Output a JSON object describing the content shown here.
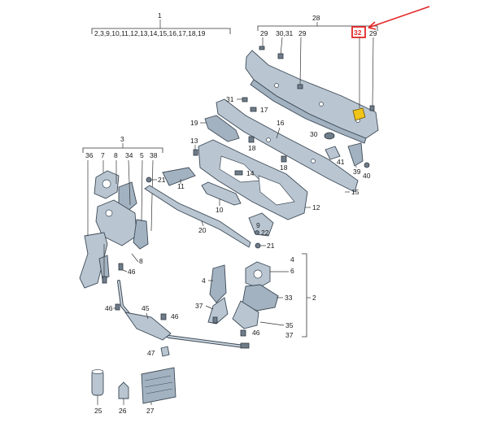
{
  "diagram": {
    "group_labels": {
      "g1": "1",
      "g1_list": "2,3,9,10,11,12,13,14,15,16,17,18,19",
      "g28": "28",
      "g3": "3"
    },
    "callouts": {
      "c2": "2",
      "c4a": "4",
      "c4b": "4",
      "c5": "5",
      "c6": "6",
      "c7": "7",
      "c8a": "8",
      "c8b": "8",
      "c9": "9",
      "c10": "10",
      "c11": "11",
      "c12": "12",
      "c13": "13",
      "c14": "14",
      "c15": "15",
      "c16": "16",
      "c17": "17",
      "c18a": "18",
      "c18b": "18",
      "c19": "19",
      "c20": "20",
      "c21a": "21",
      "c21b": "21",
      "c22": "22",
      "c25": "25",
      "c26": "26",
      "c27": "27",
      "c29a": "29",
      "c29b": "29",
      "c29c": "29",
      "c3031": "30,31",
      "c30": "30",
      "c31": "31",
      "c32": "32",
      "c33": "33",
      "c34": "34",
      "c35": "35",
      "c36": "36",
      "c37a": "37",
      "c37b": "37",
      "c38": "38",
      "c39": "39",
      "c40": "40",
      "c41": "41",
      "c45": "45",
      "c46a": "46",
      "c46b": "46",
      "c46c": "46",
      "c47": "47"
    },
    "highlight": {
      "part": "32",
      "color": "#e32626"
    }
  }
}
